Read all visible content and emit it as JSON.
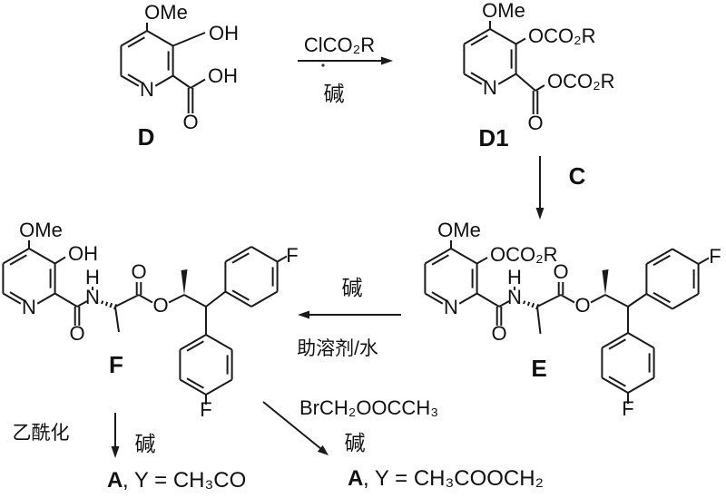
{
  "colors": {
    "ink": "#1a1a1a",
    "background": "#ffffff"
  },
  "structures": {
    "d": {
      "label": "D",
      "ome": "OMe",
      "oh": "OH",
      "acid_oh": "OH",
      "carbonyl_o": "O",
      "ring_n": "N"
    },
    "d1": {
      "label": "D1",
      "ome": "OMe",
      "carbonate": "OCO₂R",
      "anhydride_o": "O",
      "anhydride_ocor": "OCO₂R",
      "ring_n": "N"
    },
    "e": {
      "label": "E",
      "ome": "OMe",
      "carbonate": "OCO₂R",
      "ring_n": "N",
      "amide_o": "O",
      "amide_h": "H",
      "amide_n": "N",
      "ester_carbonyl_o": "O",
      "ester_o": "O",
      "f_top": "F",
      "f_bottom": "F"
    },
    "f": {
      "label": "F",
      "ome": "OMe",
      "oh": "OH",
      "ring_n": "N",
      "amide_o": "O",
      "amide_h": "H",
      "amide_n": "N",
      "ester_carbonyl_o": "O",
      "ester_o": "O",
      "f_top": "F",
      "f_bottom": "F"
    }
  },
  "reactions": {
    "d_to_d1": {
      "reagent": "ClCO₂R",
      "condition": "碱"
    },
    "d1_to_e": {
      "label": "C"
    },
    "e_to_f": {
      "condition_top": "碱",
      "condition_bottom": "助溶剂/水"
    },
    "f_to_a_acetyl": {
      "step_label": "乙酰化",
      "condition": "碱",
      "product_name": "A",
      "product_detail": ", Y = CH₃CO"
    },
    "f_to_a_ester": {
      "reagent": "BrCH₂OOCCH₃",
      "condition": "碱",
      "product_name": "A",
      "product_detail": ", Y = CH₃COOCH₂"
    }
  }
}
